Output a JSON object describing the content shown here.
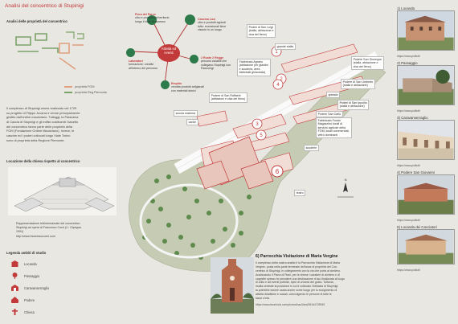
{
  "header": {
    "title": "Analisi del concentrico di Stupinigi"
  },
  "left": {
    "owners_heading": "Analisi delle proprietà del concentrico",
    "owners_legend": [
      {
        "label": "proprietà FOM",
        "color": "#e0a080"
      },
      {
        "label": "proprietà Reg.Piemonte",
        "color": "#7aa36a"
      }
    ],
    "history_lines": [
      "Il complesso di Stupinigi venne realizzato nel 1729",
      "su progetto di Filippo Juvarra e venne principalmente",
      "gestito dall'ordine mauriziano. Tuttoggi, la Palazzina",
      "di Caccia di Stupinigi e gli edifici costituenti l'assetto",
      "del concentrico fanno parte delle proprietà della",
      "FOM (Fondazione Ordine Mauriziano). Invece, le",
      "cascine ed i poderi collocati lungo Viale Torino",
      "sono di proprietà della Regione Piemonte."
    ],
    "location_heading": "Locazione della chiesa rispetto al concentrico",
    "render_caption": [
      "Rappresentazione tridimensionale del concentrico",
      "Stupinigi ad opera di Francesco Corni (I.I. Dipegna",
      "1991)"
    ],
    "render_url": "http://www.francescocorni.com",
    "legend_heading": "Legenda ambiti di studio",
    "legend_items": [
      {
        "icon": "building-icon",
        "label": "Locanda"
      },
      {
        "icon": "tree-icon",
        "label": "Passaggio"
      },
      {
        "icon": "warehouse-icon",
        "label": "Caravanserraglio"
      },
      {
        "icon": "house-icon",
        "label": "Podere"
      },
      {
        "icon": "church-icon",
        "label": "Chiesa"
      }
    ]
  },
  "events": {
    "center": [
      "Attività ed",
      "eventi"
    ],
    "nodes": [
      {
        "title": "Fiera del Parco",
        "desc": [
          "cibo e prodotti dal territorio",
          "lungo il viale di accesso"
        ]
      },
      {
        "title": "Cascina Loci",
        "desc": [
          "cibo e prodotti agricoli",
          "tutto: eccezionali lieve",
          "vissuto in un luogo"
        ]
      },
      {
        "title": "Laboratori",
        "desc": [
          "formazione: creativi",
          "all'interno del percorso"
        ]
      },
      {
        "title": "2 Ruote 2 Regge",
        "desc": [
          "percorsi ciclabili che",
          "collegano Stupinigi con",
          "Racconigi"
        ]
      },
      {
        "title": "Empirio",
        "desc": [
          "vendita prodotti artigianali",
          "con materiali storici"
        ]
      }
    ]
  },
  "map": {
    "buildings": [
      {
        "title": "Poderi di San Luigi",
        "desc": [
          "(stalla, abitazione e",
          "cisa del fieno)"
        ]
      },
      {
        "title": "grande stalla",
        "desc": []
      },
      {
        "title": "Podere San Giuseppe",
        "desc": [
          "(stalla, abitazione e",
          "cisa del fieno)"
        ]
      },
      {
        "title": "Fabbricato Agrario",
        "desc": [
          "(abitazione per giardini",
          "e scuderia, area",
          "fabbricati ghiacciaia)"
        ]
      },
      {
        "title": "Podere di San Umberto",
        "desc": [
          "(stalla e abitazione)"
        ]
      },
      {
        "title": "granaio",
        "desc": []
      },
      {
        "title": "Poderi di San Ippolito",
        "desc": [
          "(stalla e abitazione)"
        ]
      },
      {
        "title": "Podere di San Raffaele",
        "desc": [
          "(abitazioni e cisa del fieno)"
        ]
      },
      {
        "title": "scuola materna",
        "desc": []
      },
      {
        "title": "Podere San Carlo",
        "desc": []
      },
      {
        "title": "Fabbricato Fondo",
        "desc": [
          "Magazzino locali di",
          "servizio agricole della",
          "FOM; locali commerciali,",
          "vetro dominanti"
        ]
      },
      {
        "title": "canile",
        "desc": []
      },
      {
        "title": "scuderie",
        "desc": []
      },
      {
        "title": "tealro",
        "desc": []
      }
    ],
    "numbers": [
      "1",
      "2",
      "3",
      "4",
      "5",
      "6"
    ],
    "north": "N"
  },
  "church": {
    "title": "6) Parrocchia Visitazione di Maria Vergine",
    "lines": [
      "Il complesso della nostra analisi è la Parrocchia Visitazione di Maria",
      "Vergine, posta nella parte terminale dell'asse di proprietà del Con-",
      "centrico di Stupinigi, in collegamento con la via che porta al cimitero.",
      "Analizzando il Piano di Piani, per le chiese i caratteri di cimitero e di",
      "cappelle spesso fa prevalere una destinazione d'uso finalizzata al luogo",
      "di culto e ad eventi pubblici, tipici di un'area del gusto. Tuttavia,",
      "risulta centrale la posizione in cui è collocato l'Abbazia di Stupinigi",
      "la potrebbe essere usata anche come luogo per lo svolgimento di",
      "attività didattiche e sociali, coinvolgendo le persone di tutte le",
      "fasce d'età."
    ],
    "url": "https://www.facebook.com/photos/bau/idea/38164728945"
  },
  "photos": [
    {
      "label": "1) Locanda",
      "url": "https://www.politoit/"
    },
    {
      "label": "2) Passaggio",
      "url": "https://www.politoit/"
    },
    {
      "label": "3) Caravanserraglio",
      "url": "https://www.politoit/"
    },
    {
      "label": "4) Podere San Giovanni",
      "url": "https://www.politoit/"
    },
    {
      "label": "5) Locanda dei Cacciatori",
      "url": "https://www.politoit/"
    }
  ]
}
